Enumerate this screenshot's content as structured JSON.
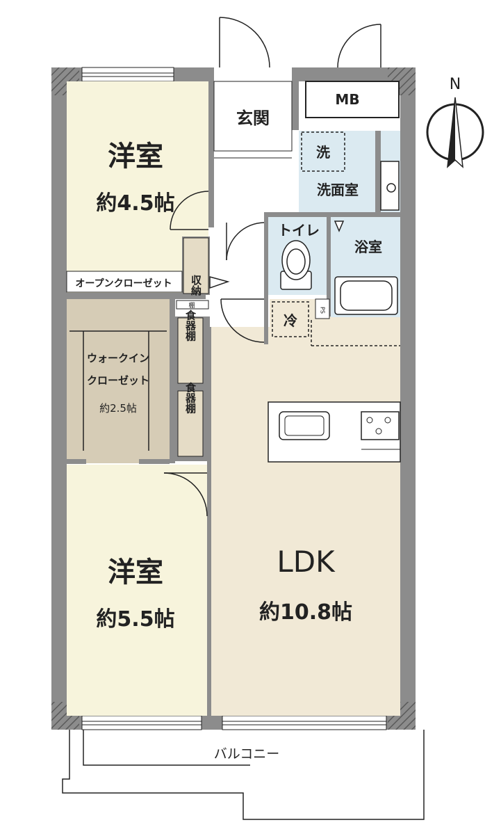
{
  "compass": {
    "north_label": "N"
  },
  "rooms": {
    "bedroom_north": {
      "name": "洋室",
      "area": "約4.5帖"
    },
    "bedroom_south": {
      "name": "洋室",
      "area": "約5.5帖"
    },
    "ldk": {
      "name": "LDK",
      "area": "約10.8帖"
    },
    "genkan": "玄関",
    "mb": "MB",
    "washer": "洗",
    "washroom": "洗面室",
    "toilet": "トイレ",
    "bath": "浴室",
    "fridge": "冷",
    "ps": "PS",
    "storage": "収納",
    "open_closet": "オープンクローゼット",
    "shelf_small": "棚",
    "walkin": {
      "line1": "ウォークイン",
      "line2": "クローゼット",
      "area": "約2.5帖"
    },
    "cupboard_1": "食器棚",
    "cupboard_2": "食器棚",
    "balcony": "バルコニー"
  },
  "colors": {
    "wall": "#8c8c8c",
    "bedroom": "#f7f4dc",
    "ldk": "#f1e9d6",
    "walkin": "#d6ccb6",
    "wet": "#dbeaf1",
    "white": "#ffffff",
    "line": "#222222"
  }
}
